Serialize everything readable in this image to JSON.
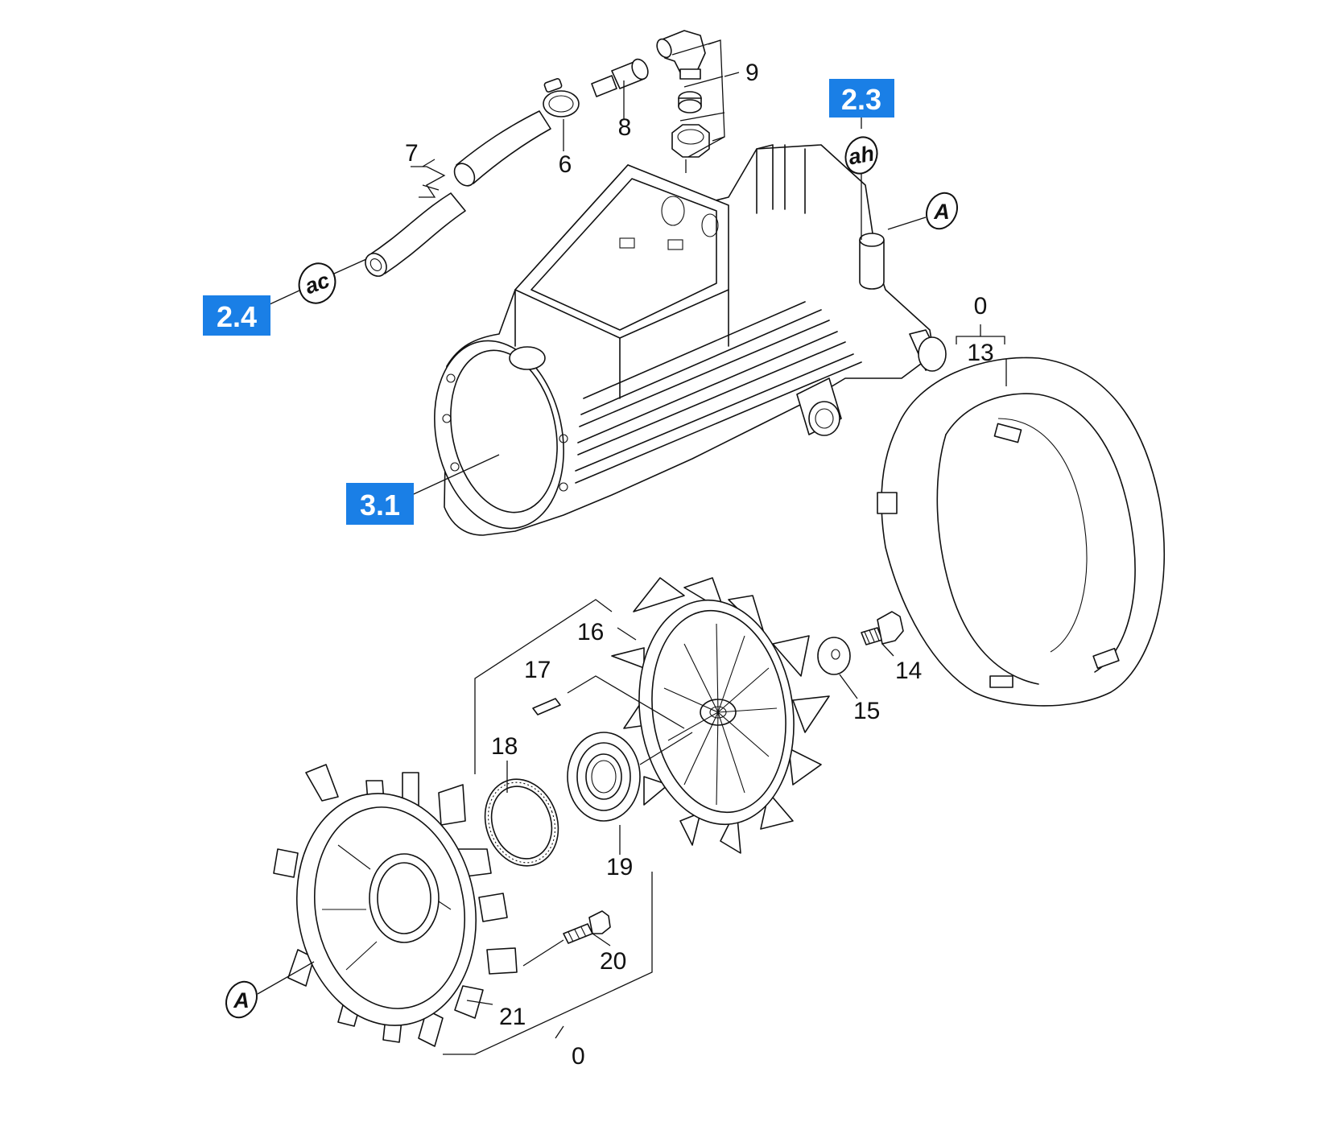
{
  "part_labels": {
    "p0_top": "0",
    "p0_bottom": "0",
    "p6": "6",
    "p7": "7",
    "p8": "8",
    "p9": "9",
    "p13": "13",
    "p14": "14",
    "p15": "15",
    "p16": "16",
    "p17": "17",
    "p18": "18",
    "p19": "19",
    "p20": "20",
    "p21": "21"
  },
  "ref_badges": {
    "r2_3": "2.3",
    "r2_4": "2.4",
    "r3_1": "3.1"
  },
  "markers": {
    "ah": "ah",
    "ac": "ac",
    "a_top": "A",
    "a_bottom": "A"
  },
  "colors": {
    "badge_blue": "#1a7fe6",
    "line": "#111111",
    "background": "#ffffff"
  }
}
